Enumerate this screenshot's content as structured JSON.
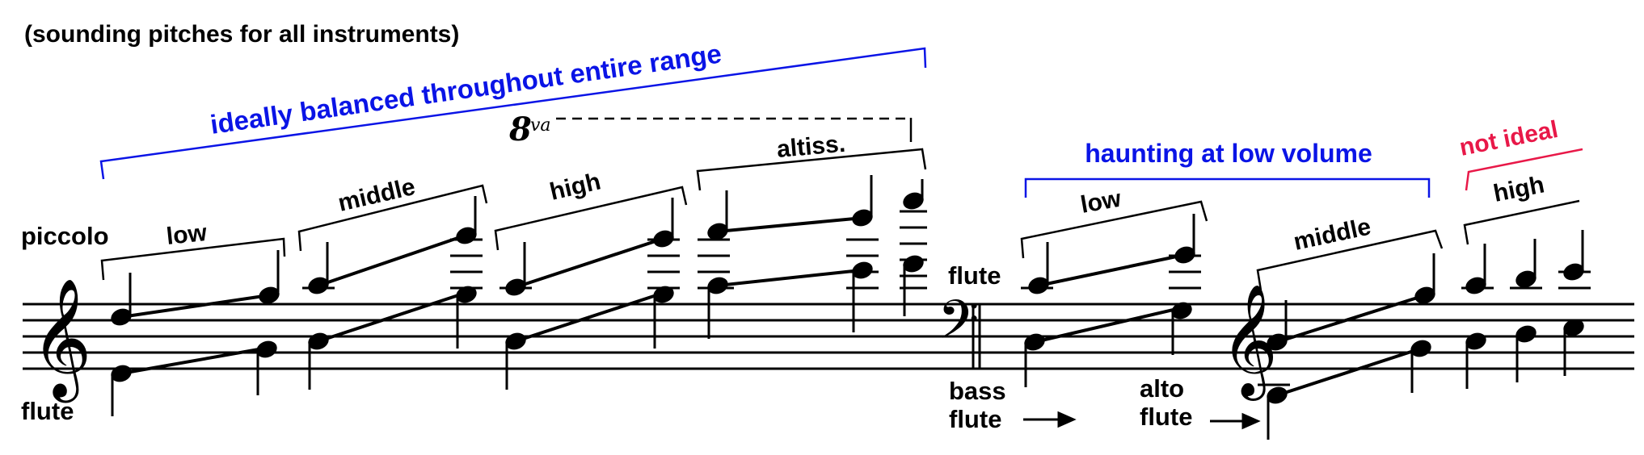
{
  "title": "(sounding pitches for all instruments)",
  "colors": {
    "ink": "#000000",
    "blue": "#0a14e6",
    "red": "#e81848"
  },
  "top_brackets": {
    "balanced": "ideally balanced throughout entire range",
    "haunting": "haunting at low volume",
    "not_ideal": "not ideal"
  },
  "ottava": "8",
  "ottava_suffix": "va",
  "ranges": {
    "piccolo_low": "low",
    "piccolo_middle": "middle",
    "piccolo_high": "high",
    "piccolo_altiss": "altiss.",
    "flute_low": "low",
    "flute_middle": "middle",
    "flute_high": "high"
  },
  "instruments": {
    "piccolo": "piccolo",
    "flute_bottom": "flute",
    "flute_mid": "flute",
    "bass_line1": "bass",
    "bass_line2": "flute",
    "alto_line1": "alto",
    "alto_line2": "flute"
  },
  "clefs": {
    "treble": "treble-clef-icon",
    "bass": "bass-clef-icon"
  }
}
